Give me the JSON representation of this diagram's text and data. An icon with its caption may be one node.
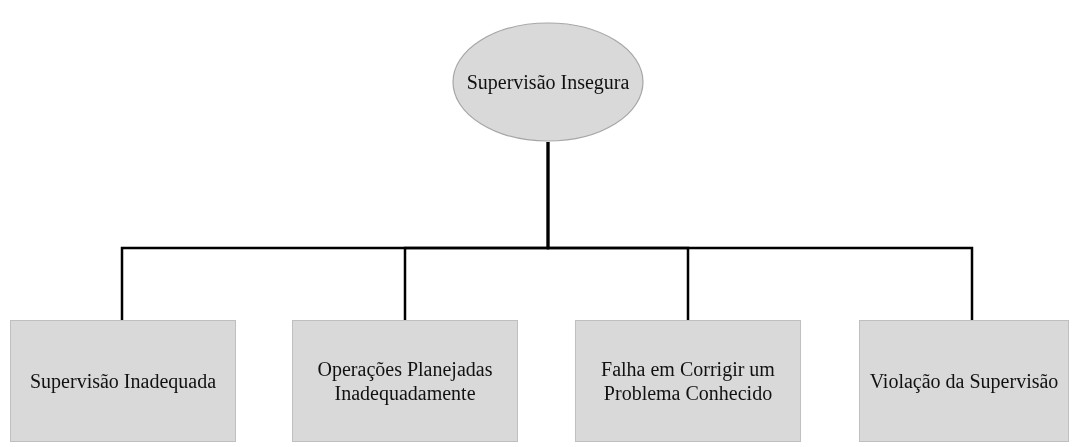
{
  "diagram": {
    "nodes": [
      {
        "text": [
          "Supervisão Insegura"
        ]
      },
      {
        "text": [
          "Supervisão Inadequada"
        ]
      },
      {
        "text": [
          "Operações Planejadas Inadequadamente"
        ]
      },
      {
        "text": [
          "Falha em Corrigir um Problema Conhecido"
        ]
      },
      {
        "text": [
          "Violação da Supervisão"
        ]
      }
    ],
    "edges": [
      {
        "from": 0,
        "to": 1,
        "arrow": "none"
      },
      {
        "from": 0,
        "to": 2,
        "arrow": "none"
      },
      {
        "from": 0,
        "to": 3,
        "arrow": "none"
      },
      {
        "from": 0,
        "to": 4,
        "arrow": "none"
      }
    ]
  }
}
